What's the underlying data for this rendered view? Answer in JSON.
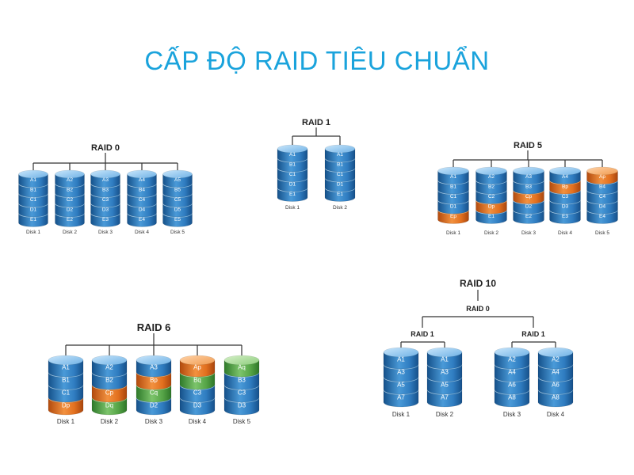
{
  "title": "CẤP ĐỘ RAID TIÊU CHUẨN",
  "colors": {
    "title": "#1aa3dc",
    "blue": "#2d78b4",
    "orange": "#e86f1f",
    "green": "#58a84a",
    "line": "#333333"
  },
  "groups": [
    {
      "id": "raid0",
      "label": "RAID 0",
      "disks": [
        {
          "name": "Disk 1",
          "segments": [
            [
              "A1",
              "blue"
            ],
            [
              "B1",
              "blue"
            ],
            [
              "C1",
              "blue"
            ],
            [
              "D1",
              "blue"
            ],
            [
              "E1",
              "blue"
            ]
          ]
        },
        {
          "name": "Disk 2",
          "segments": [
            [
              "A2",
              "blue"
            ],
            [
              "B2",
              "blue"
            ],
            [
              "C2",
              "blue"
            ],
            [
              "D2",
              "blue"
            ],
            [
              "E2",
              "blue"
            ]
          ]
        },
        {
          "name": "Disk 3",
          "segments": [
            [
              "A3",
              "blue"
            ],
            [
              "B3",
              "blue"
            ],
            [
              "C3",
              "blue"
            ],
            [
              "D3",
              "blue"
            ],
            [
              "E3",
              "blue"
            ]
          ]
        },
        {
          "name": "Disk 4",
          "segments": [
            [
              "A4",
              "blue"
            ],
            [
              "B4",
              "blue"
            ],
            [
              "C4",
              "blue"
            ],
            [
              "D4",
              "blue"
            ],
            [
              "E4",
              "blue"
            ]
          ]
        },
        {
          "name": "Disk 5",
          "segments": [
            [
              "A5",
              "blue"
            ],
            [
              "B5",
              "blue"
            ],
            [
              "C5",
              "blue"
            ],
            [
              "D5",
              "blue"
            ],
            [
              "E5",
              "blue"
            ]
          ]
        }
      ]
    },
    {
      "id": "raid1",
      "label": "RAID 1",
      "disks": [
        {
          "name": "Disk 1",
          "segments": [
            [
              "A1",
              "blue"
            ],
            [
              "B1",
              "blue"
            ],
            [
              "C1",
              "blue"
            ],
            [
              "D1",
              "blue"
            ],
            [
              "E1",
              "blue"
            ]
          ]
        },
        {
          "name": "Disk 2",
          "segments": [
            [
              "A1",
              "blue"
            ],
            [
              "B1",
              "blue"
            ],
            [
              "C1",
              "blue"
            ],
            [
              "D1",
              "blue"
            ],
            [
              "E1",
              "blue"
            ]
          ]
        }
      ]
    },
    {
      "id": "raid5",
      "label": "RAID 5",
      "disks": [
        {
          "name": "Disk 1",
          "segments": [
            [
              "A1",
              "blue"
            ],
            [
              "B1",
              "blue"
            ],
            [
              "C1",
              "blue"
            ],
            [
              "D1",
              "blue"
            ],
            [
              "Ep",
              "orange"
            ]
          ]
        },
        {
          "name": "Disk 2",
          "segments": [
            [
              "A2",
              "blue"
            ],
            [
              "B2",
              "blue"
            ],
            [
              "C2",
              "blue"
            ],
            [
              "Dp",
              "orange"
            ],
            [
              "E1",
              "blue"
            ]
          ]
        },
        {
          "name": "Disk 3",
          "segments": [
            [
              "A3",
              "blue"
            ],
            [
              "B3",
              "blue"
            ],
            [
              "Cp",
              "orange"
            ],
            [
              "D2",
              "blue"
            ],
            [
              "E2",
              "blue"
            ]
          ]
        },
        {
          "name": "Disk 4",
          "segments": [
            [
              "A4",
              "blue"
            ],
            [
              "Bp",
              "orange"
            ],
            [
              "C3",
              "blue"
            ],
            [
              "D3",
              "blue"
            ],
            [
              "E3",
              "blue"
            ]
          ]
        },
        {
          "name": "Disk 5",
          "segments": [
            [
              "Ap",
              "orange"
            ],
            [
              "B4",
              "blue"
            ],
            [
              "C4",
              "blue"
            ],
            [
              "D4",
              "blue"
            ],
            [
              "E4",
              "blue"
            ]
          ]
        }
      ]
    },
    {
      "id": "raid6",
      "label": "RAID 6",
      "disks": [
        {
          "name": "Disk 1",
          "segments": [
            [
              "A1",
              "blue"
            ],
            [
              "B1",
              "blue"
            ],
            [
              "C1",
              "blue"
            ],
            [
              "Dp",
              "orange"
            ]
          ]
        },
        {
          "name": "Disk 2",
          "segments": [
            [
              "A2",
              "blue"
            ],
            [
              "B2",
              "blue"
            ],
            [
              "Cp",
              "orange"
            ],
            [
              "Dq",
              "green"
            ]
          ]
        },
        {
          "name": "Disk 3",
          "segments": [
            [
              "A3",
              "blue"
            ],
            [
              "Bp",
              "orange"
            ],
            [
              "Cq",
              "green"
            ],
            [
              "D2",
              "blue"
            ]
          ]
        },
        {
          "name": "Disk 4",
          "segments": [
            [
              "Ap",
              "orange"
            ],
            [
              "Bq",
              "green"
            ],
            [
              "C3",
              "blue"
            ],
            [
              "D3",
              "blue"
            ]
          ]
        },
        {
          "name": "Disk 5",
          "segments": [
            [
              "Aq",
              "green"
            ],
            [
              "B3",
              "blue"
            ],
            [
              "C3",
              "blue"
            ],
            [
              "D3",
              "blue"
            ]
          ]
        }
      ]
    },
    {
      "id": "raid10",
      "label": "RAID 10",
      "sublabel": "RAID 0",
      "mirror_label": "RAID 1",
      "disks": [
        {
          "name": "Disk 1",
          "segments": [
            [
              "A1",
              "blue"
            ],
            [
              "A3",
              "blue"
            ],
            [
              "A5",
              "blue"
            ],
            [
              "A7",
              "blue"
            ]
          ]
        },
        {
          "name": "Disk 2",
          "segments": [
            [
              "A1",
              "blue"
            ],
            [
              "A3",
              "blue"
            ],
            [
              "A5",
              "blue"
            ],
            [
              "A7",
              "blue"
            ]
          ]
        },
        {
          "name": "Disk 3",
          "segments": [
            [
              "A2",
              "blue"
            ],
            [
              "A4",
              "blue"
            ],
            [
              "A6",
              "blue"
            ],
            [
              "A8",
              "blue"
            ]
          ]
        },
        {
          "name": "Disk 4",
          "segments": [
            [
              "A2",
              "blue"
            ],
            [
              "A4",
              "blue"
            ],
            [
              "A6",
              "blue"
            ],
            [
              "A8",
              "blue"
            ]
          ]
        }
      ]
    }
  ]
}
